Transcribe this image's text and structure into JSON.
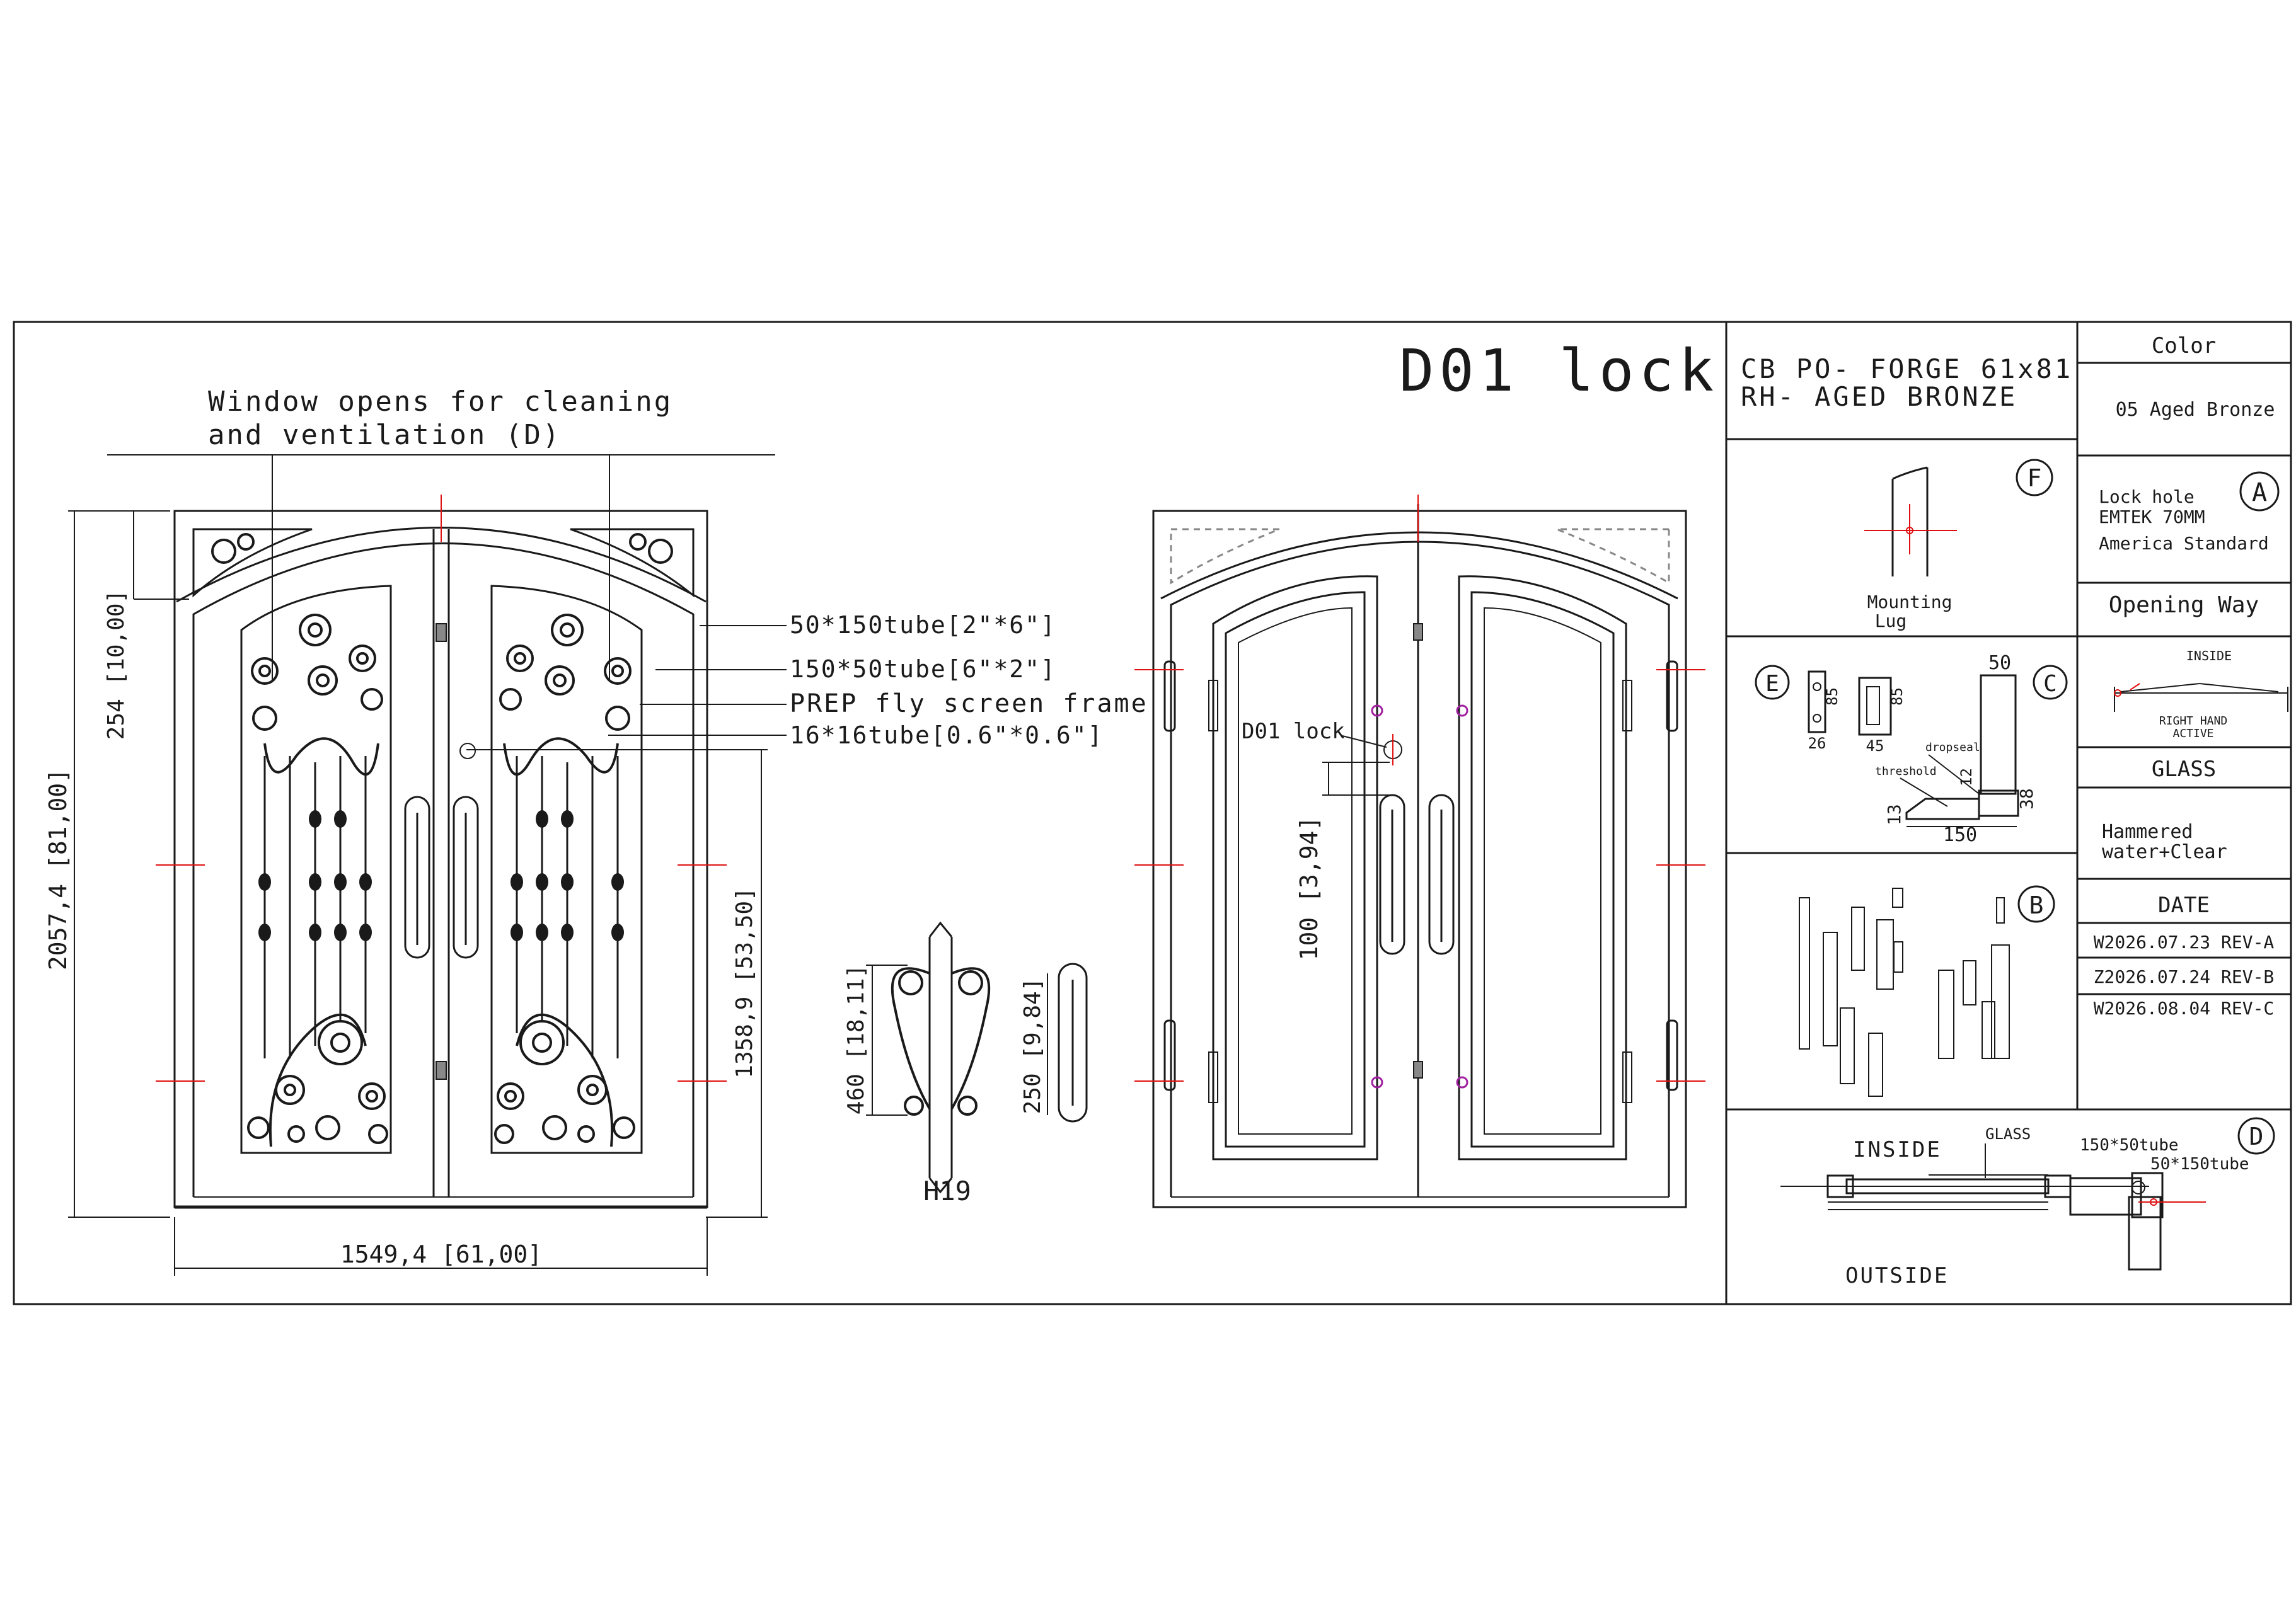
{
  "drawing": {
    "lock_title": "D01 lock",
    "callouts": {
      "window_line1": "Window opens for cleaning",
      "window_line2": "and ventilation (D)",
      "tube_50x150": "50*150tube[2\"*6\"]",
      "tube_150x50": "150*50tube[6\"*2\"]",
      "fly_screen": "PREP fly screen frame",
      "tube_16x16": "16*16tube[0.6\"*0.6\"]",
      "lock_label": "D01 lock"
    },
    "dimensions": {
      "overall_height": "2057,4 [81,00]",
      "top_arch": "254 [10,00]",
      "handle_height": "1358,9 [53,50]",
      "overall_width": "1549,4 [61,00]",
      "lock_offset": "100 [3,94]",
      "h19_height": "460 [18,11]",
      "handle_len": "250 [9,84]"
    },
    "h19_label": "H19"
  },
  "title_block": {
    "product_line1": "CB PO- FORGE 61x81",
    "product_line2": "RH-  AGED BRONZE",
    "color_header": "Color",
    "color_value": "05 Aged Bronze",
    "lock_hole_l1": "Lock hole",
    "lock_hole_l2": "EMTEK 70MM",
    "lock_hole_l3": "America Standard",
    "opening_header": "Opening Way",
    "opening_inside": "INSIDE",
    "opening_hand_l1": "RIGHT HAND",
    "opening_hand_l2": "ACTIVE",
    "glass_header": "GLASS",
    "glass_l1": "Hammered",
    "glass_l2": "water+Clear",
    "date_header": "DATE",
    "revisions": [
      "W2026.07.23 REV-A",
      "Z2026.07.24 REV-B",
      "W2026.08.04 REV-C"
    ]
  },
  "details": {
    "markers": [
      "A",
      "B",
      "C",
      "D",
      "E",
      "F"
    ],
    "mounting_l1": "Mounting",
    "mounting_l2": "Lug",
    "e_dims": [
      "85",
      "26",
      "85",
      "45"
    ],
    "c_dims": {
      "top": "50",
      "height": "38",
      "drop": "12",
      "base": "150",
      "step": "13"
    },
    "c_labels": {
      "dropseal": "dropseal",
      "threshold": "threshold"
    },
    "d_inside": "INSIDE",
    "d_outside": "OUTSIDE",
    "d_glass": "GLASS",
    "d_tube_a": "150*50tube",
    "d_tube_b": "50*150tube"
  }
}
